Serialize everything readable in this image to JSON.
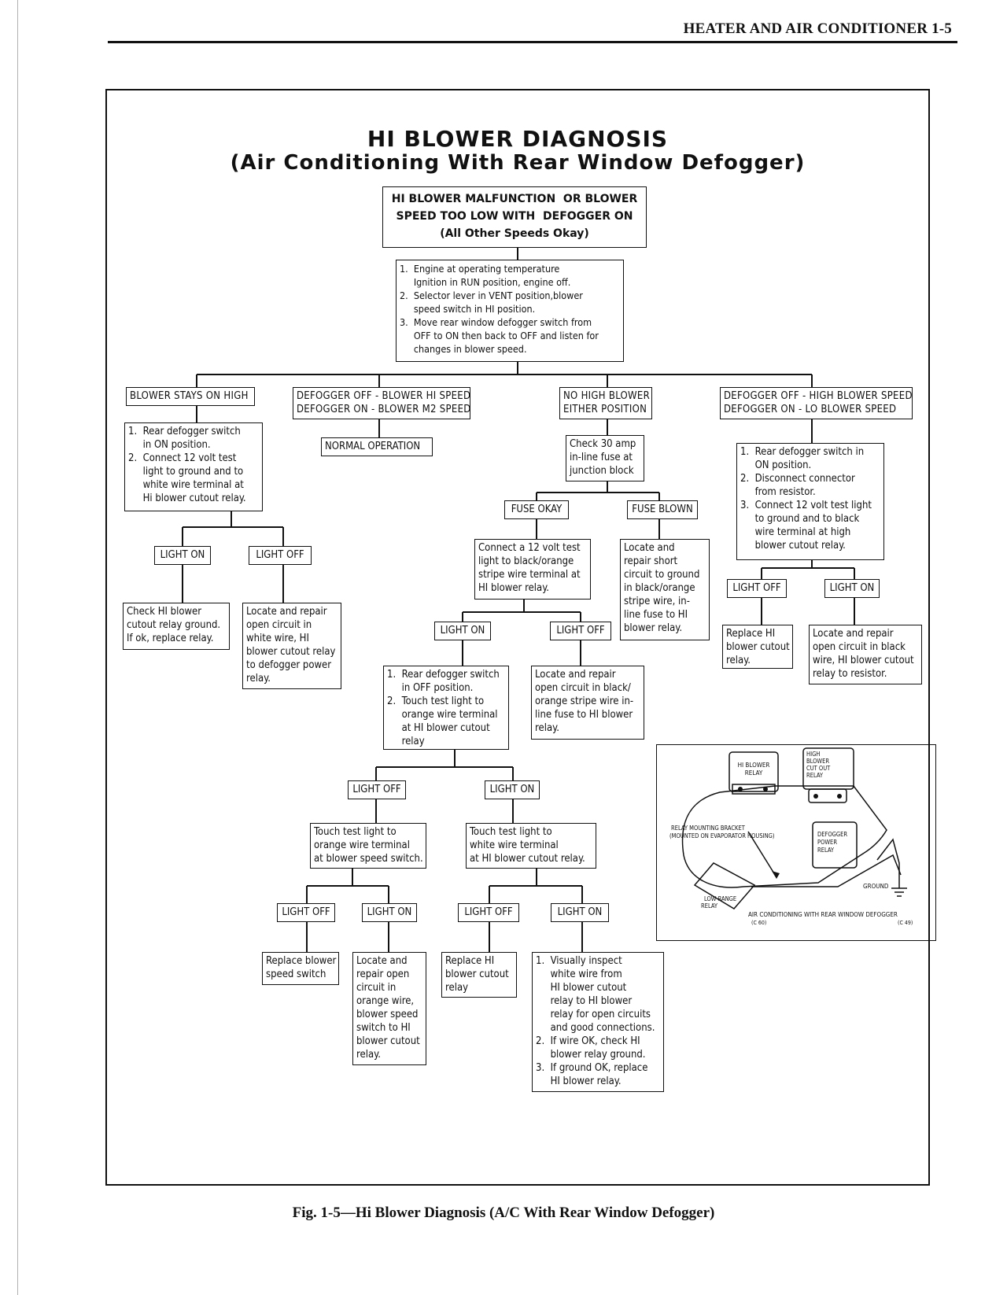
{
  "page_header": "HEATER AND AIR CONDITIONER  1-5",
  "title_line1": "HI BLOWER DIAGNOSIS",
  "title_line2": "(Air Conditioning With Rear Window Defogger)",
  "caption": "Fig. 1-5—Hi Blower Diagnosis (A/C With Rear Window Defogger)",
  "boxes": {
    "start": "HI BLOWER MALFUNCTION  OR BLOWER\nSPEED TOO LOW WITH  DEFOGGER ON\n(All Other Speeds Okay)",
    "steps1": "1.  Engine at operating temperature\n     Ignition in RUN position, engine off.\n2.  Selector lever in VENT position,blower\n     speed switch in HI position.\n3.  Move rear window defogger switch from\n     OFF to ON then back to OFF and listen for\n     changes in blower speed.",
    "b_stays_high": "BLOWER STAYS ON HIGH",
    "b_defog_m2": "DEFOGGER OFF - BLOWER HI SPEED\nDEFOGGER ON - BLOWER M2 SPEED",
    "b_no_high": "NO HIGH BLOWER\nEITHER POSITION",
    "b_defog_lo": "DEFOGGER OFF - HIGH BLOWER SPEED\nDEFOGGER ON - LO BLOWER SPEED",
    "a_steps": "1.  Rear defogger switch\n     in ON position.\n2.  Connect 12 volt test\n     light to ground and to\n     white wire terminal at\n     Hi blower cutout relay.",
    "a_light_on": "LIGHT ON",
    "a_light_off": "LIGHT OFF",
    "a_check": "Check HI blower\ncutout relay ground.\nIf ok, replace relay.",
    "a_locate": "Locate and repair\nopen circuit in\nwhite wire, HI\nblower cutout relay\nto defogger power\nrelay.",
    "normal": "NORMAL OPERATION",
    "check_fuse": "Check 30 amp\nin-line fuse at\njunction block",
    "fuse_okay": "FUSE OKAY",
    "fuse_blown": "FUSE BLOWN",
    "connect_black": "Connect a 12 volt test\nlight to black/orange\nstripe wire terminal at\nHI blower relay.",
    "locate_short": "Locate and\nrepair short\ncircuit to ground\nin black/orange\nstripe wire, in-\nline fuse to HI\nblower relay.",
    "c_light_on": "LIGHT ON",
    "c_light_off": "LIGHT OFF",
    "c_steps": "1.  Rear defogger switch\n     in OFF position.\n2.  Touch test light to\n     orange wire terminal\n     at HI blower cutout\n     relay",
    "c_locate": "Locate and repair\nopen circuit in black/\norange stripe wire in-\nline fuse to HI blower\nrelay.",
    "e_light_off": "LIGHT OFF",
    "e_light_on": "LIGHT ON",
    "touch_orange": "Touch test light to\norange wire terminal\nat blower speed switch.",
    "touch_white": "Touch test light to\nwhite wire terminal\nat HI blower cutout relay.",
    "f_light_off": "LIGHT OFF",
    "f_light_on": "LIGHT ON",
    "g_light_off": "LIGHT OFF",
    "g_light_on": "LIGHT ON",
    "replace_switch": "Replace blower\nspeed switch",
    "locate_orange": "Locate and\nrepair open\ncircuit in\norange wire,\nblower speed\nswitch to HI\nblower cutout\nrelay.",
    "replace_cutout": "Replace HI\nblower cutout\nrelay",
    "visually": "1.  Visually inspect\n     white wire from\n     HI blower cutout\n     relay to HI blower\n     relay for open circuits\n     and good connections.\n2.  If wire OK, check HI\n     blower relay ground.\n3.  If ground OK, replace\n     HI blower relay.",
    "d_steps": "1.  Rear defogger switch in\n     ON position.\n2.  Disconnect connector\n     from resistor.\n3.  Connect 12 volt test light\n     to ground and to black\n     wire terminal at high\n     blower cutout relay.",
    "d_light_off": "LIGHT OFF",
    "d_light_on": "LIGHT ON",
    "d_replace": "Replace HI\nblower cutout\nrelay.",
    "d_locate": "Locate and repair\nopen circuit in black\nwire, HI blower cutout\nrelay to resistor."
  },
  "inset": {
    "hi_blower_relay": [
      "HI BLOWER",
      "RELAY"
    ],
    "high_cutout_relay": [
      "HIGH",
      "BLOWER",
      "CUT OUT",
      "RELAY"
    ],
    "bracket_label": [
      "RELAY MOUNTING BRACKET",
      "(MOUNTED ON EVAPORATOR HOUSING)"
    ],
    "defogger_relay": [
      "DEFOGGER",
      "POWER",
      "RELAY"
    ],
    "ground": "GROUND",
    "low_range_relay": [
      "LOW RANGE",
      "RELAY"
    ],
    "caption": "AIR CONDITIONING WITH REAR WINDOW DEFOGGER",
    "code_left": "(C 60)",
    "code_right": "(C 49)"
  }
}
